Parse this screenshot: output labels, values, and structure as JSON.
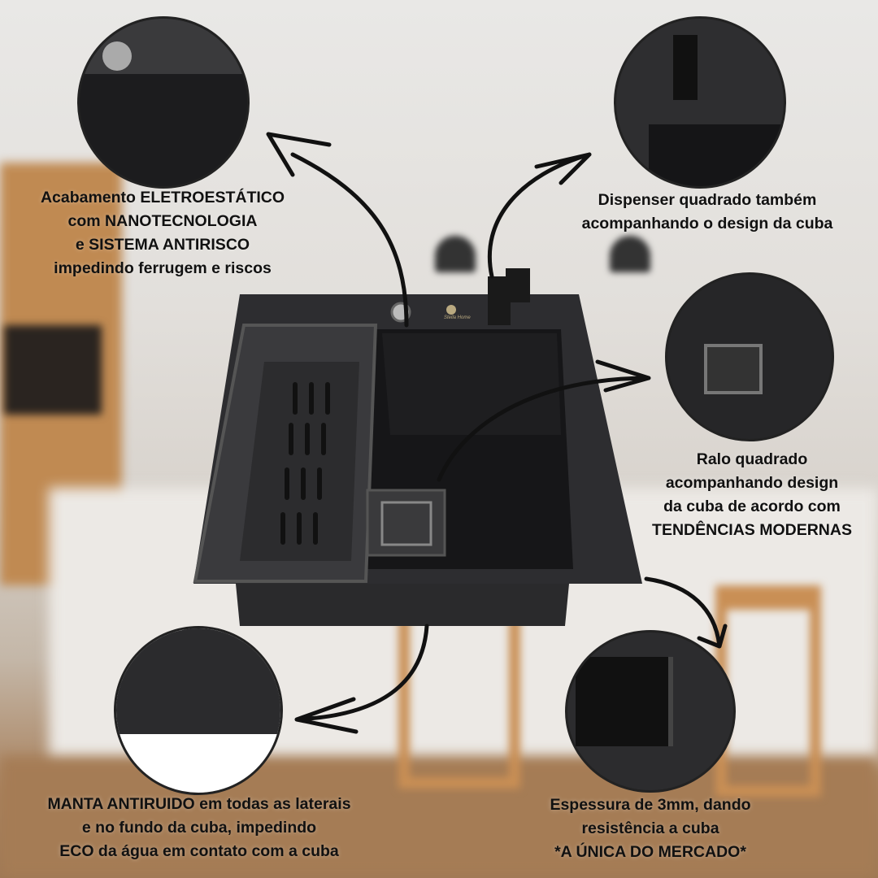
{
  "brand_logo": "Stella Home",
  "callouts": {
    "finish": [
      "Acabamento ELETROESTÁTICO",
      "com NANOTECNOLOGIA",
      "e SISTEMA ANTIRISCO",
      "impedindo ferrugem e riscos"
    ],
    "dispenser": [
      "Dispenser quadrado também",
      "acompanhando o design da cuba"
    ],
    "drain": [
      "Ralo quadrado",
      "acompanhando design",
      "da cuba de acordo com",
      "TENDÊNCIAS MODERNAS"
    ],
    "blanket": [
      "MANTA ANTIRUIDO em todas as laterais",
      "e no fundo da cuba, impedindo",
      "ECO da água em contato com a cuba"
    ],
    "thickness": [
      "Espessura de 3mm, dando",
      "resistência a cuba",
      "*A ÚNICA DO MERCADO*"
    ]
  },
  "colors": {
    "sink": "#2b2b2d",
    "text": "#111111"
  }
}
